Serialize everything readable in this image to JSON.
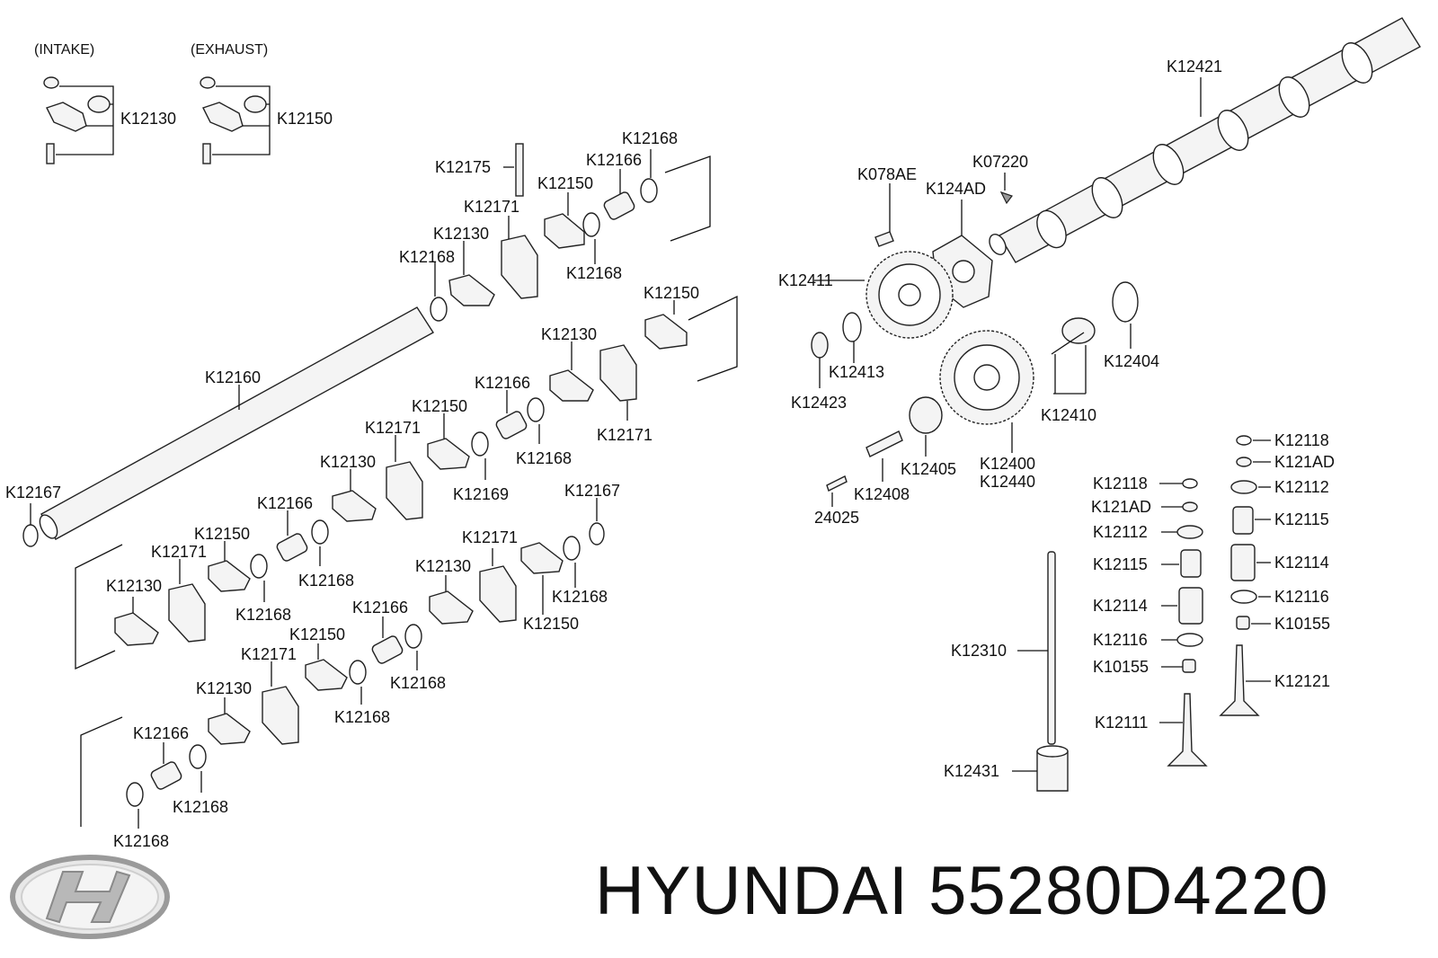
{
  "headers": {
    "intake": "(INTAKE)",
    "exhaust": "(EXHAUST)"
  },
  "brand": {
    "name": "HYUNDAI",
    "part_number": "55280D4220",
    "logo_icon": "hyundai-logo-icon"
  },
  "labels": {
    "k12130_top": "K12130",
    "k12150_top": "K12150",
    "k12421": "K12421",
    "k12175": "K12175",
    "k12168_a": "K12168",
    "k12166_a": "K12166",
    "k12150_a": "K12150",
    "k12171_a": "K12171",
    "k12130_a": "K12130",
    "k12168_b": "K12168",
    "k12168_c": "K12168",
    "k12150_b": "K12150",
    "k12160": "K12160",
    "k12130_b": "K12130",
    "k12166_b": "K12166",
    "k12171_b": "K12171",
    "k12150_c": "K12150",
    "k12171_c": "K12171",
    "k12168_d": "K12168",
    "k12130_c": "K12130",
    "k12169": "K12169",
    "k12167_a": "K12167",
    "k12167_b": "K12167",
    "k12166_c": "K12166",
    "k12150_d": "K12150",
    "k12171_d": "K12171",
    "k12168_e": "K12168",
    "k12130_d": "K12130",
    "k12168_f": "K12168",
    "k12171_e": "K12171",
    "k12130_e": "K12130",
    "k12168_g": "K12168",
    "k12150_e": "K12150",
    "k12166_d": "K12166",
    "k12150_f": "K12150",
    "k12171_f": "K12171",
    "k12168_h": "K12168",
    "k12130_f": "K12130",
    "k12168_i": "K12168",
    "k12166_e": "K12166",
    "k12168_j": "K12168",
    "k12168_k": "K12168",
    "k078ae": "K078AE",
    "k07220": "K07220",
    "k124ad": "K124AD",
    "k12411": "K12411",
    "k12413": "K12413",
    "k12423": "K12423",
    "k12404": "K12404",
    "k12410": "K12410",
    "k12405": "K12405",
    "k12400": "K12400",
    "k12440": "K12440",
    "k12408": "K12408",
    "n24025": "24025",
    "k12118_r": "K12118",
    "k121ad_r": "K121AD",
    "k12112_r": "K12112",
    "k12115_r": "K12115",
    "k12114_r": "K12114",
    "k12116_r": "K12116",
    "k10155_r": "K10155",
    "k12121": "K12121",
    "k12118_l": "K12118",
    "k121ad_l": "K121AD",
    "k12112_l": "K12112",
    "k12115_l": "K12115",
    "k12114_l": "K12114",
    "k12116_l": "K12116",
    "k10155_l": "K10155",
    "k12310": "K12310",
    "k12111": "K12111",
    "k12431": "K12431"
  }
}
